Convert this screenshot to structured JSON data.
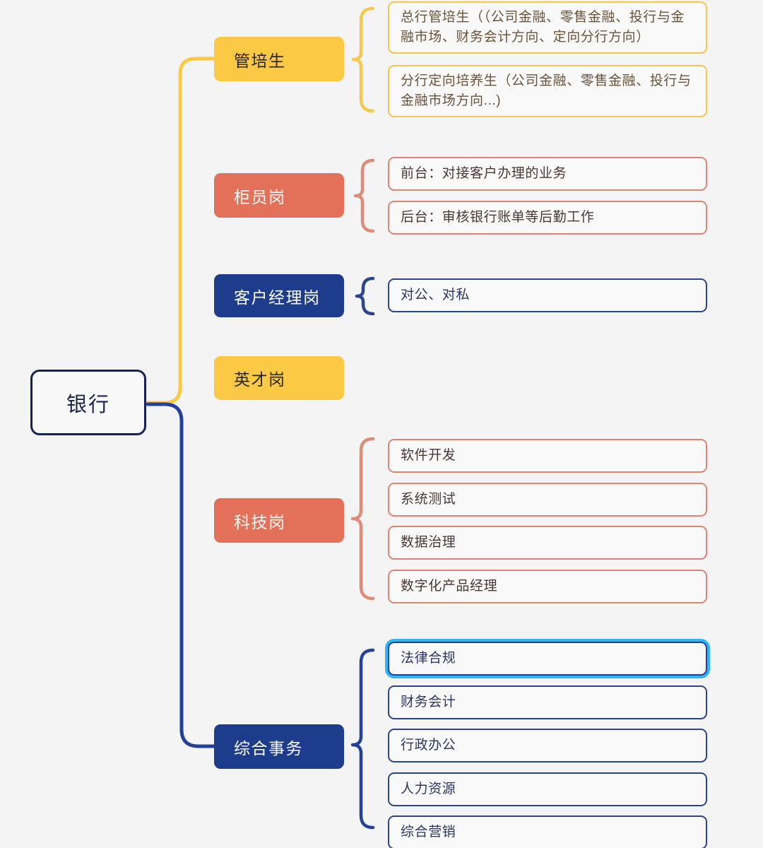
{
  "diagram": {
    "type": "mind-map",
    "title": "银行",
    "background_color": "#f4f4f4",
    "root": {
      "label": "银行",
      "border_color": "#14215c",
      "text_color": "#1b2550"
    },
    "palette": {
      "yellow": "#fbc944",
      "coral": "#e3715a",
      "navy": "#1e3c8c",
      "selection": "#2fb5f3",
      "leaf_yellow_border": "#f4c64a",
      "leaf_coral_border": "#dd8472",
      "leaf_navy_border": "#2b448e"
    },
    "branches": [
      {
        "id": "guanpeisheng",
        "label": "管培生",
        "color": "yellow",
        "children": [
          {
            "label": "总行管培生（（公司金融、零售金融、投行与金融市场、财务会计方向、定向分行方向）"
          },
          {
            "label": "分行定向培养生（公司金融、零售金融、投行与金融市场方向...)"
          }
        ]
      },
      {
        "id": "guiyuangang",
        "label": "柜员岗",
        "color": "coral",
        "children": [
          {
            "label": "前台：对接客户办理的业务"
          },
          {
            "label": "后台：审核银行账单等后勤工作"
          }
        ]
      },
      {
        "id": "kehujingligang",
        "label": "客户经理岗",
        "color": "navy",
        "children": [
          {
            "label": "对公、对私"
          }
        ]
      },
      {
        "id": "yingcaigang",
        "label": "英才岗",
        "color": "yellow",
        "children": []
      },
      {
        "id": "kejigang",
        "label": "科技岗",
        "color": "coral",
        "children": [
          {
            "label": "软件开发"
          },
          {
            "label": "系统测试"
          },
          {
            "label": "数据治理"
          },
          {
            "label": "数字化产品经理"
          }
        ]
      },
      {
        "id": "zongheshiwu",
        "label": "综合事务",
        "color": "navy",
        "children": [
          {
            "label": "法律合规",
            "selected": true
          },
          {
            "label": "财务会计"
          },
          {
            "label": "行政办公"
          },
          {
            "label": "人力资源"
          },
          {
            "label": "综合营销"
          }
        ]
      }
    ]
  }
}
